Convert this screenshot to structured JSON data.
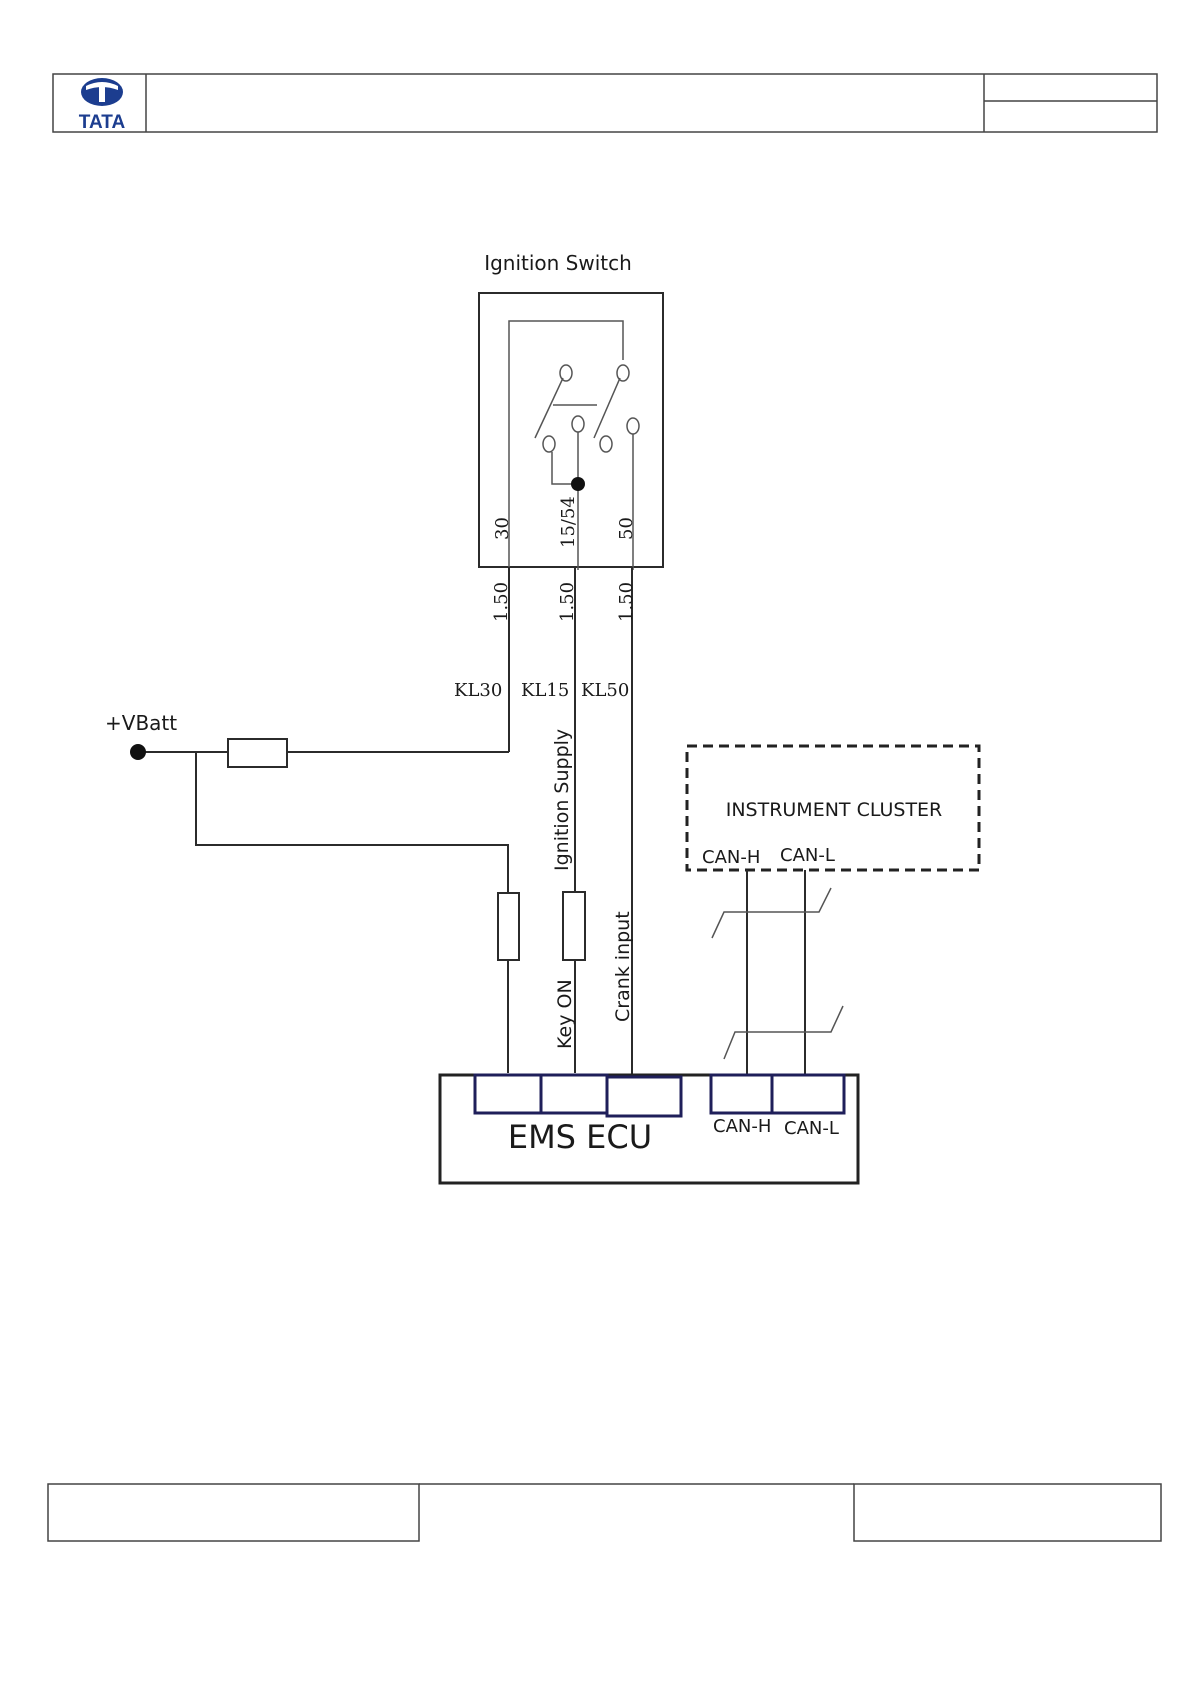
{
  "header": {
    "logo_text": "TATA"
  },
  "diagram": {
    "ignition_switch": {
      "title": "Ignition Switch",
      "terminals": [
        "30",
        "15/54",
        "50"
      ]
    },
    "wire_sizes": [
      "1.50",
      "1.50",
      "1.50"
    ],
    "wire_labels": [
      "KL30",
      "KL15",
      "KL50"
    ],
    "battery_label": "+VBatt",
    "ignition_supply_label": "Ignition Supply",
    "key_on_label": "Key ON",
    "crank_input_label": "Crank input",
    "instrument_cluster": {
      "title": "INSTRUMENT CLUSTER",
      "pins": [
        "CAN-H",
        "CAN-L"
      ]
    },
    "ecu": {
      "title": "EMS ECU",
      "pins": [
        "CAN-H",
        "CAN-L"
      ]
    }
  }
}
